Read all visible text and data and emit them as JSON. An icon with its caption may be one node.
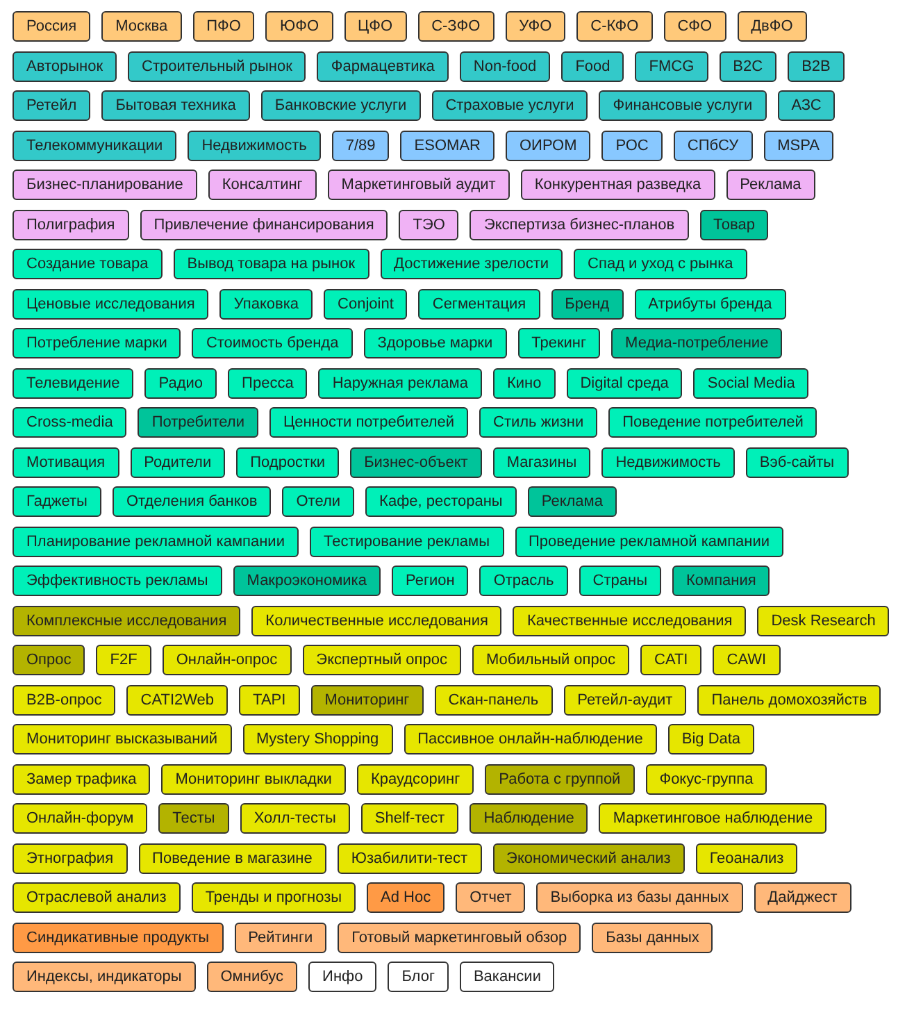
{
  "diagram": {
    "nodes": [
      {
        "text": [
          "Россия"
        ]
      },
      {
        "text": [
          "Москва"
        ]
      },
      {
        "text": [
          "ПФО"
        ]
      },
      {
        "text": [
          "ЮФО"
        ]
      },
      {
        "text": [
          "ЦФО"
        ]
      },
      {
        "text": [
          "С-ЗФО"
        ]
      },
      {
        "text": [
          "УФО"
        ]
      },
      {
        "text": [
          "С-КФО"
        ]
      },
      {
        "text": [
          "СФО"
        ]
      },
      {
        "text": [
          "ДвФО"
        ]
      },
      {
        "text": [
          "Авторынок"
        ]
      },
      {
        "text": [
          "Строительный рынок"
        ]
      },
      {
        "text": [
          "Фармацевтика"
        ]
      },
      {
        "text": [
          "Non-food"
        ]
      },
      {
        "text": [
          "Food"
        ]
      },
      {
        "text": [
          "FMCG"
        ]
      },
      {
        "text": [
          "B2C"
        ]
      },
      {
        "text": [
          "B2B"
        ]
      },
      {
        "text": [
          "Ретейл"
        ]
      },
      {
        "text": [
          "Бытовая техника"
        ]
      },
      {
        "text": [
          "Банковские услуги"
        ]
      },
      {
        "text": [
          "Страховые услуги"
        ]
      },
      {
        "text": [
          "Финансовые услуги"
        ]
      },
      {
        "text": [
          "АЗС"
        ]
      },
      {
        "text": [
          "Телекоммуникации"
        ]
      },
      {
        "text": [
          "Недвижимость"
        ]
      },
      {
        "text": [
          "7/89"
        ]
      },
      {
        "text": [
          "ESOMAR"
        ]
      },
      {
        "text": [
          "ОИРОМ"
        ]
      },
      {
        "text": [
          "РОС"
        ]
      },
      {
        "text": [
          "СПбСУ"
        ]
      },
      {
        "text": [
          "MSPA"
        ]
      },
      {
        "text": [
          "Бизнес-планирование"
        ]
      },
      {
        "text": [
          "Консалтинг"
        ]
      },
      {
        "text": [
          "Маркетинговый аудит"
        ]
      },
      {
        "text": [
          "Конкурентная разведка"
        ]
      },
      {
        "text": [
          "Реклама"
        ]
      },
      {
        "text": [
          "Полиграфия"
        ]
      },
      {
        "text": [
          "Привлечение финансирования"
        ]
      },
      {
        "text": [
          "ТЭО"
        ]
      },
      {
        "text": [
          "Экспертиза бизнес-планов"
        ]
      },
      {
        "text": [
          "Товар"
        ]
      },
      {
        "text": [
          "Создание товара"
        ]
      },
      {
        "text": [
          "Вывод товара на рынок"
        ]
      },
      {
        "text": [
          "Достижение зрелости"
        ]
      },
      {
        "text": [
          "Спад и уход с рынка"
        ]
      },
      {
        "text": [
          "Ценовые исследования"
        ]
      },
      {
        "text": [
          "Упаковка"
        ]
      },
      {
        "text": [
          "Conjoint"
        ]
      },
      {
        "text": [
          "Сегментация"
        ]
      },
      {
        "text": [
          "Бренд"
        ]
      },
      {
        "text": [
          "Атрибуты бренда"
        ]
      },
      {
        "text": [
          "Потребление марки"
        ]
      },
      {
        "text": [
          "Стоимость бренда"
        ]
      },
      {
        "text": [
          "Здоровье марки"
        ]
      },
      {
        "text": [
          "Трекинг"
        ]
      },
      {
        "text": [
          "Медиа-потребление"
        ]
      },
      {
        "text": [
          "Телевидение"
        ]
      },
      {
        "text": [
          "Радио"
        ]
      },
      {
        "text": [
          "Пресса"
        ]
      },
      {
        "text": [
          "Наружная реклама"
        ]
      },
      {
        "text": [
          "Кино"
        ]
      },
      {
        "text": [
          "Digital среда"
        ]
      },
      {
        "text": [
          "Social Media"
        ]
      },
      {
        "text": [
          "Cross-media"
        ]
      },
      {
        "text": [
          "Потребители"
        ]
      },
      {
        "text": [
          "Ценности потребителей"
        ]
      },
      {
        "text": [
          "Стиль жизни"
        ]
      },
      {
        "text": [
          "Поведение потребителей"
        ]
      },
      {
        "text": [
          "Мотивация"
        ]
      },
      {
        "text": [
          "Родители"
        ]
      },
      {
        "text": [
          "Подростки"
        ]
      },
      {
        "text": [
          "Бизнес-объект"
        ]
      },
      {
        "text": [
          "Магазины"
        ]
      },
      {
        "text": [
          "Недвижимость"
        ]
      },
      {
        "text": [
          "Вэб-сайты"
        ]
      },
      {
        "text": [
          "Гаджеты"
        ]
      },
      {
        "text": [
          "Отделения банков"
        ]
      },
      {
        "text": [
          "Отели"
        ]
      },
      {
        "text": [
          "Кафе, рестораны"
        ]
      },
      {
        "text": [
          "Реклама"
        ]
      },
      {
        "text": [
          "Планирование рекламной кампании"
        ]
      },
      {
        "text": [
          "Тестирование рекламы"
        ]
      },
      {
        "text": [
          "Проведение рекламной кампании"
        ]
      },
      {
        "text": [
          "Эффективность рекламы"
        ]
      },
      {
        "text": [
          "Макроэкономика"
        ]
      },
      {
        "text": [
          "Регион"
        ]
      },
      {
        "text": [
          "Отрасль"
        ]
      },
      {
        "text": [
          "Страны"
        ]
      },
      {
        "text": [
          "Компания"
        ]
      },
      {
        "text": [
          "Комплексные исследования"
        ]
      },
      {
        "text": [
          "Количественные исследования"
        ]
      },
      {
        "text": [
          "Качественные исследования"
        ]
      },
      {
        "text": [
          "Desk Research"
        ]
      },
      {
        "text": [
          "Опрос"
        ]
      },
      {
        "text": [
          "F2F"
        ]
      },
      {
        "text": [
          "Онлайн-опрос"
        ]
      },
      {
        "text": [
          "Экспертный опрос"
        ]
      },
      {
        "text": [
          "Мобильный опрос"
        ]
      },
      {
        "text": [
          "CATI"
        ]
      },
      {
        "text": [
          "CAWI"
        ]
      },
      {
        "text": [
          "B2B-опрос"
        ]
      },
      {
        "text": [
          "CATI2Web"
        ]
      },
      {
        "text": [
          "TAPI"
        ]
      },
      {
        "text": [
          "Мониторинг"
        ]
      },
      {
        "text": [
          "Скан-панель"
        ]
      },
      {
        "text": [
          "Ретейл-аудит"
        ]
      },
      {
        "text": [
          "Панель домохозяйств"
        ]
      },
      {
        "text": [
          "Мониторинг высказываний"
        ]
      },
      {
        "text": [
          "Mystery Shopping"
        ]
      },
      {
        "text": [
          "Пассивное онлайн-наблюдение"
        ]
      },
      {
        "text": [
          "Big Data"
        ]
      },
      {
        "text": [
          "Замер трафика"
        ]
      },
      {
        "text": [
          "Мониторинг выкладки"
        ]
      },
      {
        "text": [
          "Краудсоринг"
        ]
      },
      {
        "text": [
          "Работа с группой"
        ]
      },
      {
        "text": [
          "Фокус-группа"
        ]
      },
      {
        "text": [
          "Онлайн-форум"
        ]
      },
      {
        "text": [
          "Тесты"
        ]
      },
      {
        "text": [
          "Холл-тесты"
        ]
      },
      {
        "text": [
          "Shelf-тест"
        ]
      },
      {
        "text": [
          "Наблюдение"
        ]
      },
      {
        "text": [
          "Маркетинговое наблюдение"
        ]
      },
      {
        "text": [
          "Этнография"
        ]
      },
      {
        "text": [
          "Поведение в магазине"
        ]
      },
      {
        "text": [
          "Юзабилити-тест"
        ]
      },
      {
        "text": [
          "Экономический анализ"
        ]
      },
      {
        "text": [
          "Геоанализ"
        ]
      },
      {
        "text": [
          "Отраслевой анализ"
        ]
      },
      {
        "text": [
          "Тренды и прогнозы"
        ]
      },
      {
        "text": [
          "Ad Hoc"
        ]
      },
      {
        "text": [
          "Отчет"
        ]
      },
      {
        "text": [
          "Выборка из базы данных"
        ]
      },
      {
        "text": [
          "Дайджест"
        ]
      },
      {
        "text": [
          "Синдикативные продукты"
        ]
      },
      {
        "text": [
          "Рейтинги"
        ]
      },
      {
        "text": [
          "Готовый маркетинговый обзор"
        ]
      },
      {
        "text": [
          "Базы данных"
        ]
      },
      {
        "text": [
          "Индексы, индикаторы"
        ]
      },
      {
        "text": [
          "Омнибус"
        ]
      },
      {
        "text": [
          "Инфо"
        ]
      },
      {
        "text": [
          "Блог"
        ]
      },
      {
        "text": [
          "Вакансии"
        ]
      }
    ]
  }
}
